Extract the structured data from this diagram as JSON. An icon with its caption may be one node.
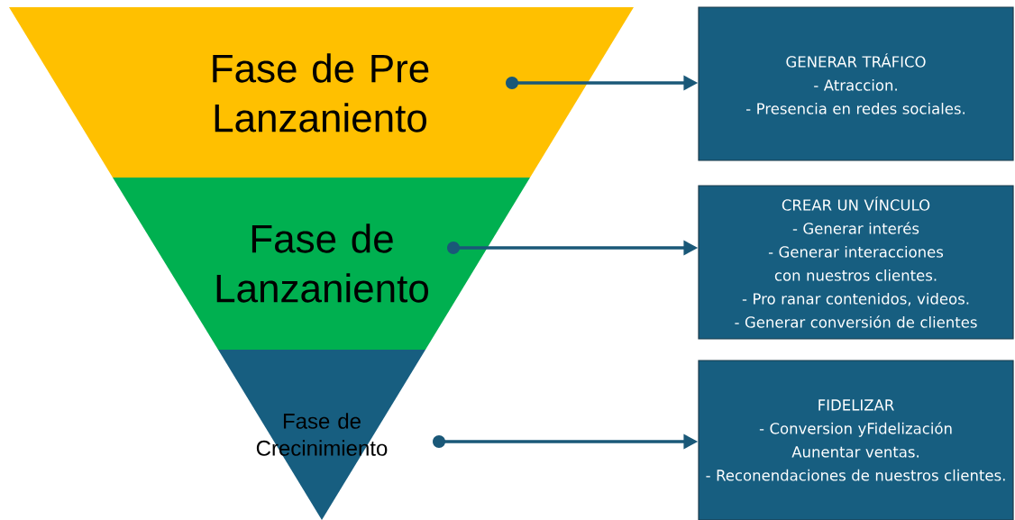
{
  "diagram": {
    "nodes": [
      {
        "text": [
          "Fase de Pre Lanzaniento"
        ]
      },
      {
        "text": [
          "Fase de Lanzaniento"
        ]
      },
      {
        "text": [
          "Fase de Crecinimiento"
        ]
      },
      {
        "text": [
          "GENERAR TRÁFICO",
          "- Atraccion.",
          "- Presencia en redes sociales."
        ]
      },
      {
        "text": [
          "CREAR UN VÍNCULO",
          "- Generar interés",
          "- Generar interacciones con nuestros clientes.",
          "- Pro ranar contenidos, videos.",
          "- Generar conversión de clientes"
        ]
      },
      {
        "text": [
          "FIDELIZAR",
          "- Conversion yFidelización",
          "Aunentar ventas.",
          "- Reconendaciones de nuestros clientes."
        ]
      }
    ],
    "edges": [
      {
        "from": 0,
        "to": 3,
        "arrow": "to"
      },
      {
        "from": 1,
        "to": 4,
        "arrow": "to"
      },
      {
        "from": 2,
        "to": 5,
        "arrow": "to"
      }
    ]
  }
}
